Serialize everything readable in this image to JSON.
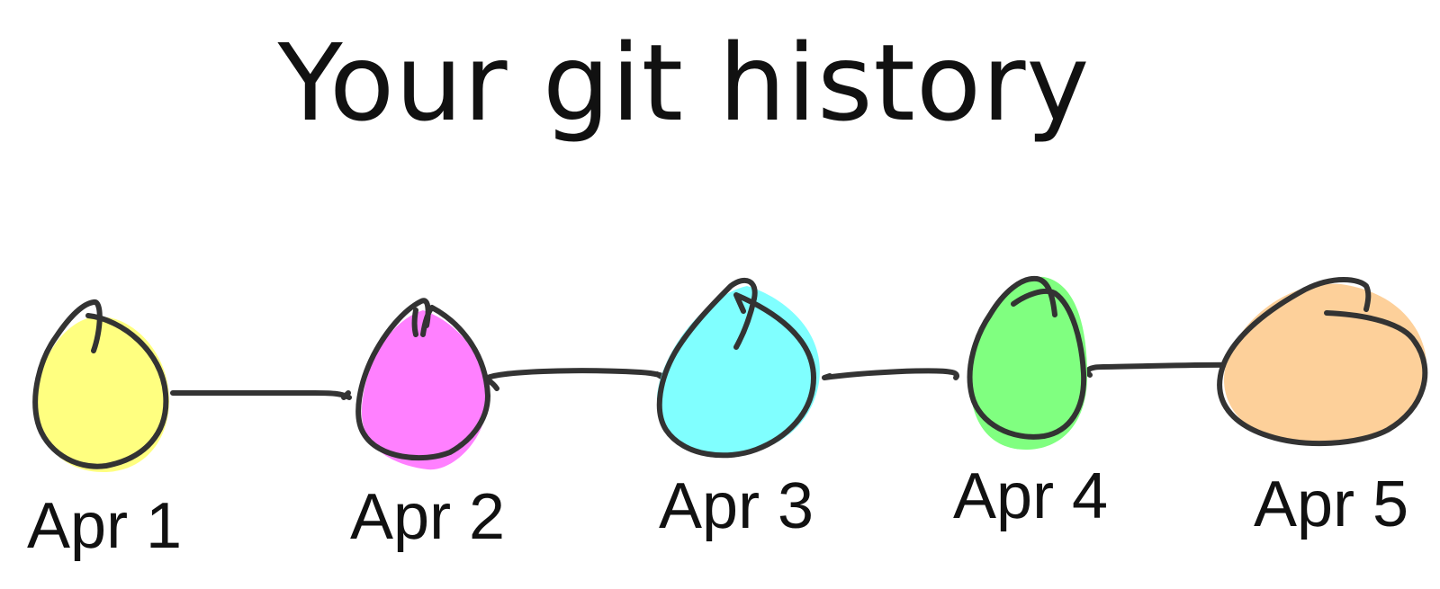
{
  "title": "Your git history",
  "commits": [
    {
      "label": "Apr 1",
      "color": "#ffff80"
    },
    {
      "label": "Apr 2",
      "color": "#ff80ff"
    },
    {
      "label": "Apr 3",
      "color": "#80ffff"
    },
    {
      "label": "Apr 4",
      "color": "#80ff80"
    },
    {
      "label": "Apr 5",
      "color": "#fdd09a"
    }
  ],
  "stroke_color": "#333333"
}
